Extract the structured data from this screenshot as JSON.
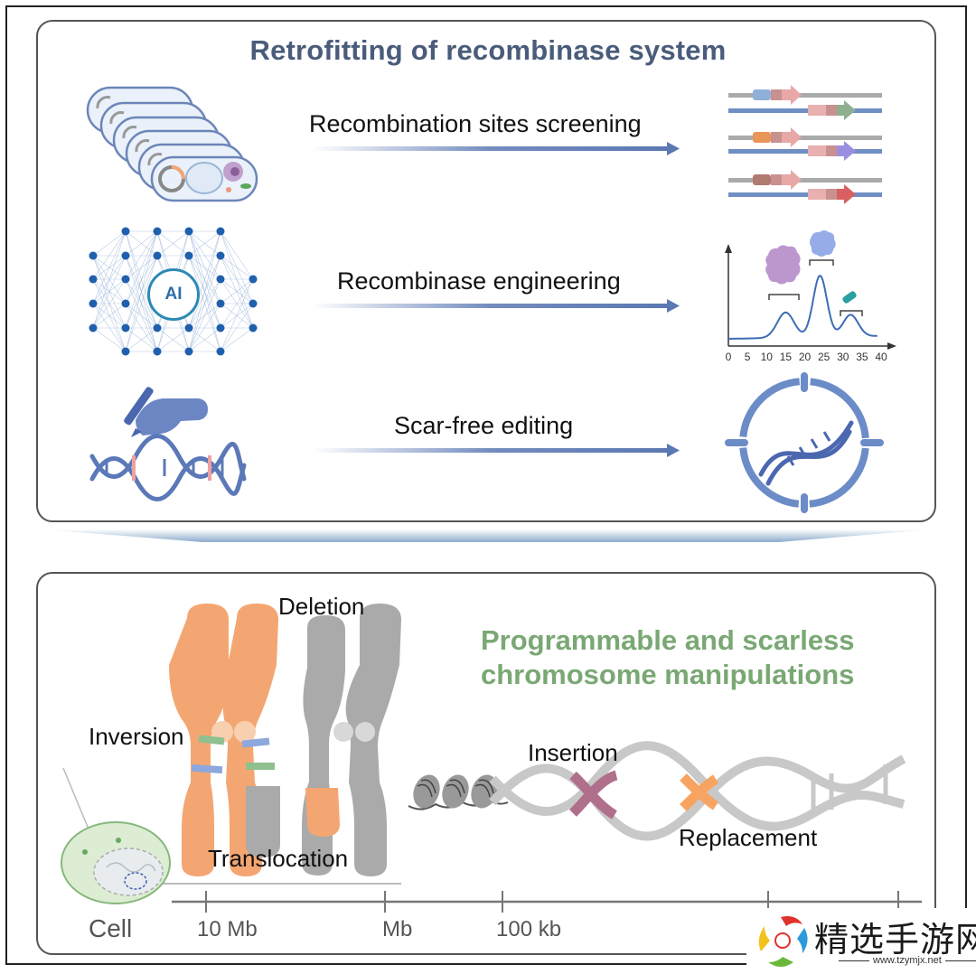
{
  "top_panel": {
    "title": "Retrofitting of recombinase system",
    "steps": [
      {
        "label": "Recombination sites screening",
        "left_icon": "bacteria-stack-icon",
        "right_icon": "recombination-site-constructs-icon"
      },
      {
        "label": "Recombinase engineering",
        "left_icon": "neural-network-ai-icon",
        "right_icon": "protein-chromatogram-icon"
      },
      {
        "label": "Scar-free editing",
        "left_icon": "hand-writing-dna-icon",
        "right_icon": "dna-target-icon"
      }
    ],
    "ai_badge": "AI",
    "chromatogram": {
      "x_ticks": [
        "0",
        "5",
        "10",
        "15",
        "20",
        "25",
        "30",
        "35",
        "40"
      ],
      "peaks_at": [
        15,
        24,
        32
      ]
    }
  },
  "bottom_panel": {
    "title_line1": "Programmable and scarless",
    "title_line2": "chromosome manipulations",
    "labels": {
      "deletion": "Deletion",
      "inversion": "Inversion",
      "translocation": "Translocation",
      "insertion": "Insertion",
      "replacement": "Replacement"
    },
    "scale": {
      "cell": "Cell",
      "ticks": [
        "10 Mb",
        "Mb",
        "100 kb"
      ]
    }
  },
  "colors": {
    "title_blue": "#4a5c7a",
    "title_green": "#7aa874",
    "arrow_blue": "#5b78b3",
    "chromosome_orange": "#f4a672",
    "chromosome_gray": "#a9a9a9",
    "insertion_mauve": "#b0708c",
    "replacement_orange": "#f7a462"
  },
  "watermark": {
    "text": "精选手游网",
    "url": "www.tzymjx.net"
  }
}
